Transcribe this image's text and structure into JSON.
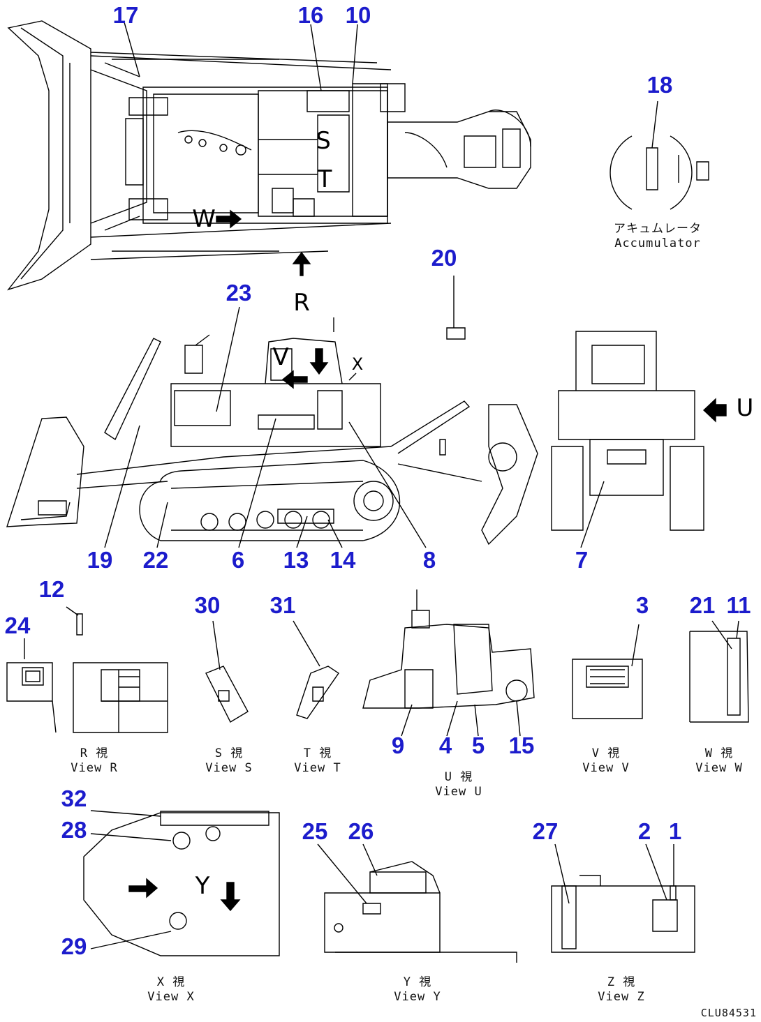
{
  "drawing": {
    "doc_id": "CLU84531",
    "accumulator_label": [
      "アキュムレータ",
      "Accumulator"
    ],
    "part_numbers": [
      "1",
      "2",
      "3",
      "4",
      "5",
      "6",
      "7",
      "8",
      "9",
      "10",
      "11",
      "12",
      "13",
      "14",
      "15",
      "16",
      "17",
      "18",
      "19",
      "20",
      "21",
      "22",
      "23",
      "24",
      "25",
      "26",
      "27",
      "28",
      "29",
      "30",
      "31",
      "32"
    ],
    "view_letters": [
      "R",
      "S",
      "T",
      "U",
      "V",
      "W",
      "X",
      "Y"
    ],
    "views": [
      {
        "id": "R",
        "jp": "R 視",
        "en": "View R"
      },
      {
        "id": "S",
        "jp": "S 視",
        "en": "View S"
      },
      {
        "id": "T",
        "jp": "T 視",
        "en": "View T"
      },
      {
        "id": "U",
        "jp": "U 視",
        "en": "View U"
      },
      {
        "id": "V",
        "jp": "V 視",
        "en": "View V"
      },
      {
        "id": "W",
        "jp": "W 視",
        "en": "View W"
      },
      {
        "id": "X",
        "jp": "X 視",
        "en": "View X"
      },
      {
        "id": "Y",
        "jp": "Y 視",
        "en": "View Y"
      },
      {
        "id": "Z",
        "jp": "Z 視",
        "en": "View Z"
      }
    ],
    "colors": {
      "callout": "#1c1ccc",
      "line": "#000000",
      "paper": "#ffffff"
    }
  }
}
